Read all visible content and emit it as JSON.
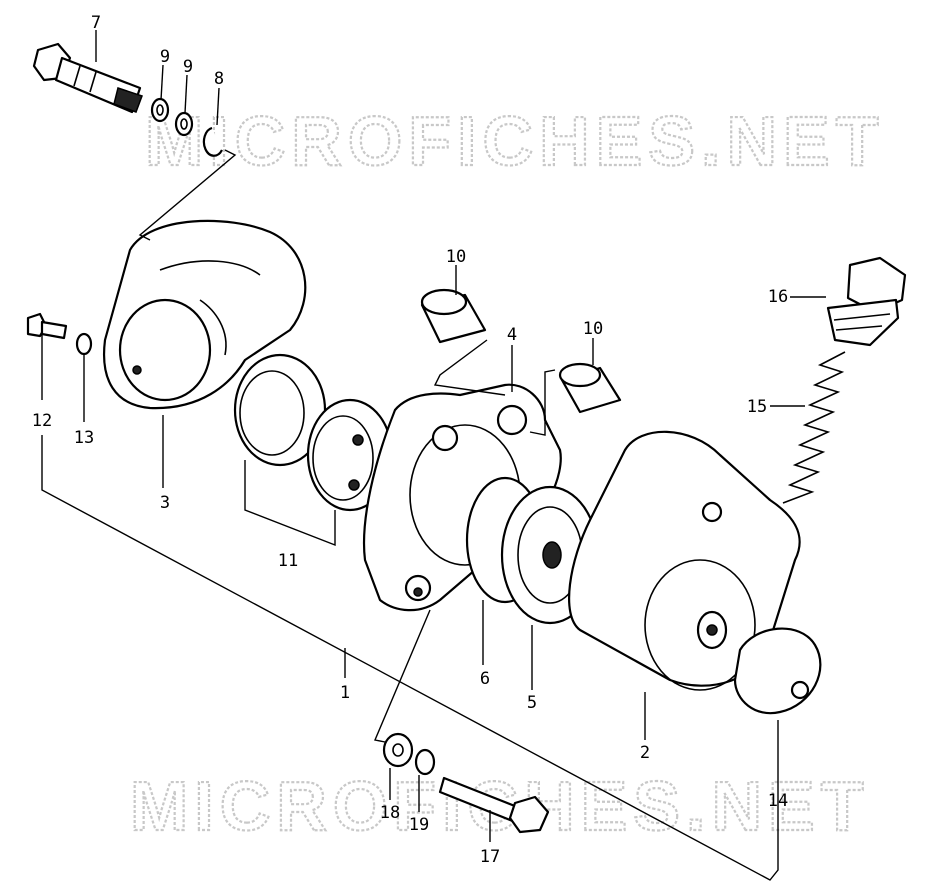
{
  "watermark": {
    "top": "MICROFICHES.NET",
    "bottom": "MICROFICHES.NET"
  },
  "callouts": {
    "c1": "1",
    "c2": "2",
    "c3": "3",
    "c4": "4",
    "c5": "5",
    "c6": "6",
    "c7": "7",
    "c8": "8",
    "c9a": "9",
    "c9b": "9",
    "c10a": "10",
    "c10b": "10",
    "c11": "11",
    "c12": "12",
    "c13": "13",
    "c14": "14",
    "c15": "15",
    "c16": "16",
    "c17": "17",
    "c18": "18",
    "c19": "19"
  }
}
